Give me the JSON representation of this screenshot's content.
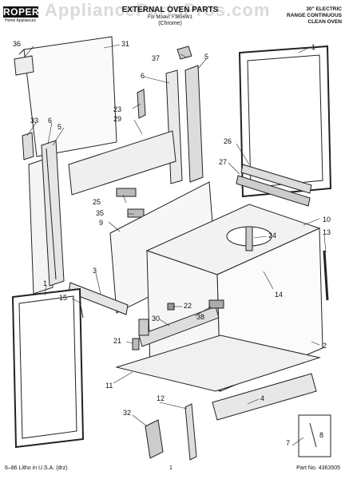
{
  "brand": {
    "logo_text": "ROPER",
    "tagline": "Home Appliances"
  },
  "watermark": "AppliancePartsPros.com",
  "header": {
    "title": "EXTERNAL OVEN PARTS",
    "model_line": "For Model: F3656W1",
    "finish": "(Chrome)"
  },
  "product": {
    "line1": "30\" ELECTRIC",
    "line2": "RANGE CONTINUOUS",
    "line3": "CLEAN OVEN"
  },
  "callouts": {
    "c1a": "1",
    "c1b": "1",
    "c2": "2",
    "c3": "3",
    "c4": "4",
    "c5a": "5",
    "c5b": "5",
    "c6a": "6",
    "c6b": "6",
    "c7": "7",
    "c8": "8",
    "c9": "9",
    "c10": "10",
    "c11": "11",
    "c12": "12",
    "c13": "13",
    "c14": "14",
    "c15": "15",
    "c21": "21",
    "c22": "22",
    "c23": "23",
    "c24": "24",
    "c25": "25",
    "c26": "26",
    "c27": "27",
    "c29": "29",
    "c30": "30",
    "c31": "31",
    "c32": "32",
    "c33": "33",
    "c35": "35",
    "c36": "36",
    "c37": "37",
    "c38": "38"
  },
  "footer": {
    "litho": "6–86 Litho in U.S.A. (drz)",
    "page": "1",
    "part_no": "Part No. 4363505"
  }
}
